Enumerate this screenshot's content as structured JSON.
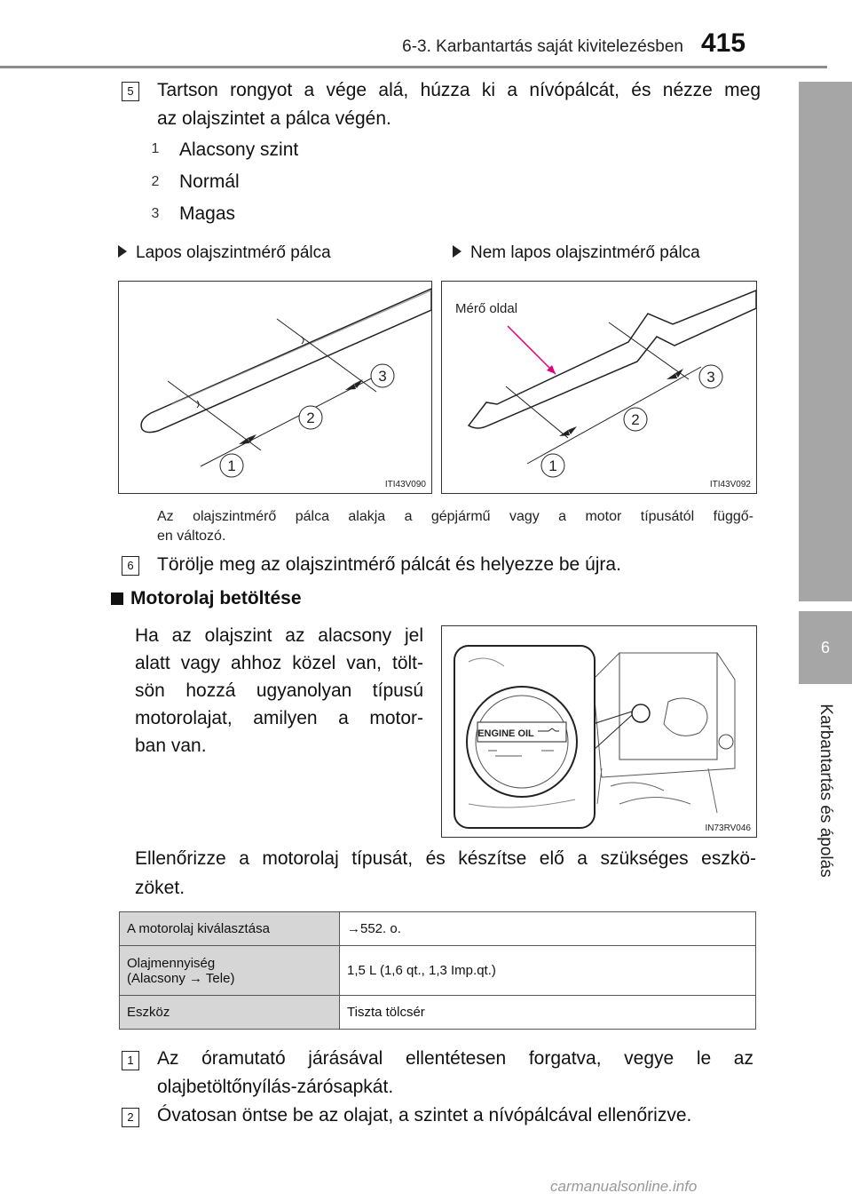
{
  "header": {
    "section_title": "6-3. Karbantartás saját kivitelezésben",
    "page_number": "415"
  },
  "side_tab": {
    "chapter_number": "6",
    "chapter_label": "Karbantartás és ápolás"
  },
  "step5": {
    "badge": "5",
    "text_line1": "Tartson rongyot a vége alá, húzza ki a nívópálcát, és nézze meg",
    "text_line2": "az olajszintet a pálca végén.",
    "levels": [
      {
        "num": "1",
        "label": "Alacsony szint"
      },
      {
        "num": "2",
        "label": "Normál"
      },
      {
        "num": "3",
        "label": "Magas"
      }
    ]
  },
  "dipstick_figures": {
    "flat_title": "Lapos olajszintmérő pálca",
    "nonflat_title": "Nem lapos olajszintmérő pálca",
    "flat_code": "ITI43V090",
    "nonflat_code": "ITI43V092",
    "callout_label": "Mérő oldal",
    "marker_labels": [
      "1",
      "2",
      "3"
    ],
    "note_line1": "Az olajszintmérő pálca alakja a gépjármű vagy a motor típusától függő-",
    "note_line2": "en változó."
  },
  "step6": {
    "badge": "6",
    "text": "Törölje meg az olajszintmérő pálcát és helyezze be újra."
  },
  "oil_fill": {
    "heading": "Motorolaj betöltése",
    "para_lines": [
      "Ha az olajszint az alacsony jel",
      "alatt vagy ahhoz közel van, tölt-",
      "sön hozzá ugyanolyan típusú",
      "motorolajat, amilyen a motor-",
      "ban van."
    ],
    "figure_code": "IN73RV046",
    "cap_text": "ENGINE OIL",
    "para2_line1": "Ellenőrizze a motorolaj típusát, és készítse elő a szükséges eszkö-",
    "para2_line2": "zöket."
  },
  "spec_table": {
    "rows": [
      {
        "key": "A motorolaj kiválasztása",
        "key2": "",
        "value": "→552. o."
      },
      {
        "key": "Olajmennyiség",
        "key2": "(Alacsony → Tele)",
        "value": "1,5 L (1,6 qt., 1,3 Imp.qt.)"
      },
      {
        "key": "Eszköz",
        "key2": "",
        "value": "Tiszta tölcsér"
      }
    ]
  },
  "fill_steps": [
    {
      "badge": "1",
      "line1": "Az óramutató járásával ellentétesen forgatva, vegye le az",
      "line2": "olajbetöltőnyílás-zárósapkát."
    },
    {
      "badge": "2",
      "line1": "Óvatosan öntse be az olajat, a szintet a nívópálcával ellenőrizve.",
      "line2": ""
    }
  ],
  "footer": {
    "watermark": "carmanualsonline.info"
  },
  "colors": {
    "callout": "#e0007a",
    "tab_gray": "#a6a6a6",
    "table_key_bg": "#d6d6d6"
  }
}
